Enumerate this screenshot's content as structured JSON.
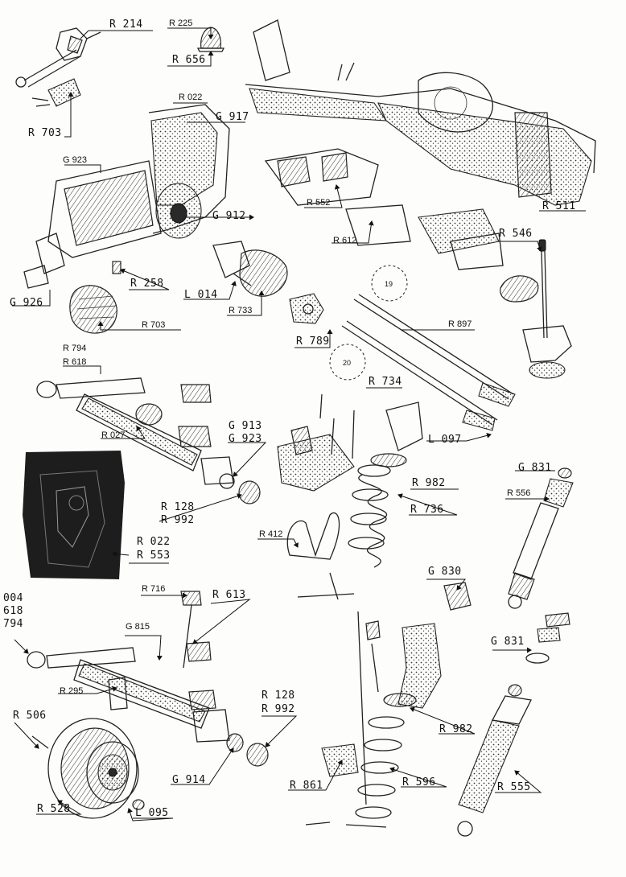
{
  "labels": {
    "r214": "R 214",
    "r225": "R 225",
    "r656": "R 656",
    "r022a": "R 022",
    "g917": "G 917",
    "r703a": "R 703",
    "g923a": "G 923",
    "g912": "G 912",
    "r552": "R 552",
    "r511": "R 511",
    "r612": "R 612",
    "r546": "R 546",
    "r258": "R 258",
    "l014": "L 014",
    "r733": "R 733",
    "g926": "G 926",
    "r703b": "R 703",
    "r789": "R 789",
    "r897": "R 897",
    "circle19": "19",
    "circle20": "20",
    "r794a": "R 794",
    "r618a": "R 618",
    "r734": "R 734",
    "r027": "R 027",
    "g913": "G 913",
    "g923b": "G 923",
    "l097": "L 097",
    "r982a": "R 982",
    "g831a": "G 831",
    "r556": "R 556",
    "r736": "R 736",
    "r128a": "R 128",
    "r992a": "R 992",
    "r412": "R 412",
    "r022b": "R 022",
    "r553": "R 553",
    "g830": "G 830",
    "r716": "R 716",
    "r613": "R 613",
    "n004": "004",
    "n618": "618",
    "n794": "794",
    "g815": "G 815",
    "g831b": "G 831",
    "r295": "R 295",
    "r128b": "R 128",
    "r992b": "R 992",
    "r982b": "R 982",
    "r506": "R 506",
    "r861": "R 861",
    "r596": "R 596",
    "g914": "G 914",
    "r555": "R 555",
    "r528": "R 528",
    "l095": "L 095"
  },
  "icons": [
    "gearbox",
    "chassis-frame",
    "drive-shaft",
    "coil-spring",
    "shock-absorber",
    "brake-drum",
    "gear-lever",
    "steering-rack"
  ],
  "colors": {
    "ink": "#111111",
    "paper": "#fdfdfc"
  }
}
